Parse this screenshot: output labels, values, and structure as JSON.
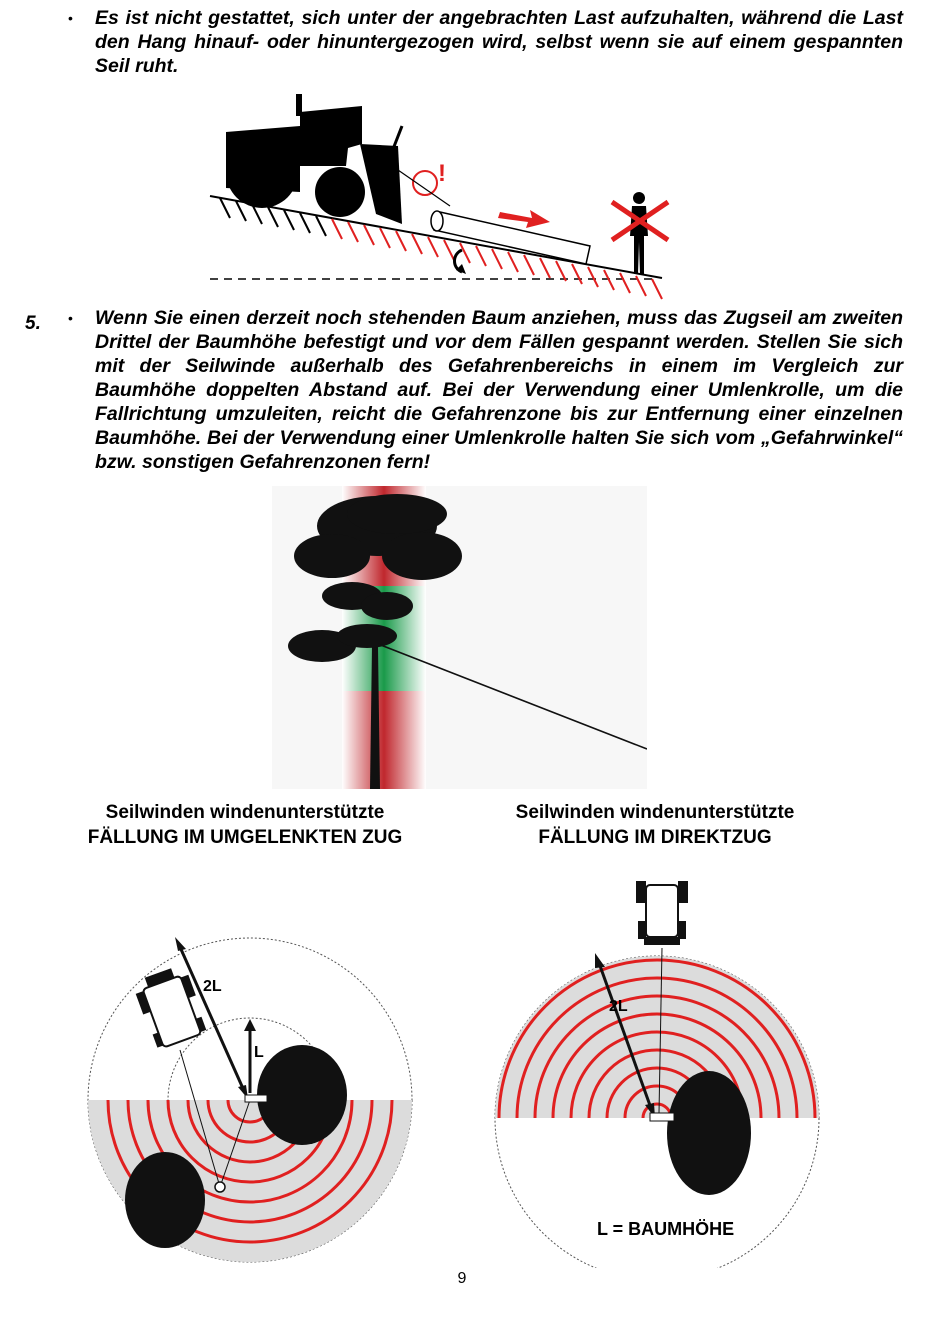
{
  "section1": {
    "bullet": "•",
    "text": "Es ist nicht gestattet, sich unter der angebrachten Last aufzuhalten, während die Last den Hang hinauf- oder hinuntergezogen wird, selbst wenn sie auf einem gespannten Seil ruht."
  },
  "section2": {
    "number": "5.",
    "bullet": "•",
    "text": "Wenn Sie einen derzeit noch stehenden Baum anziehen, muss das Zugseil am zweiten Drittel der Baumhöhe befestigt und vor dem Fällen gespannt werden. Stellen Sie sich mit der Seilwinde außerhalb des Gefahrenbereichs in einem im Vergleich zur Baumhöhe doppelten Abstand auf. Bei der Verwendung einer Umlenkrolle, um die Fallrichtung umzuleiten, reicht die Gefahrenzone bis zur Entfernung einer einzelnen Baumhöhe. Bei der Verwendung einer Umlenkrolle halten Sie sich vom „Gefahrwinkel“ bzw. sonstigen Gefahrenzonen fern!"
  },
  "figure1": {
    "warning_mark": "!"
  },
  "captions": {
    "left_line1": "Seilwinden windenunterstützte",
    "left_line2": "FÄLLUNG IM UMGELENKTEN ZUG",
    "right_line1": "Seilwinden windenunterstützte",
    "right_line2": "FÄLLUNG IM DIREKTZUG"
  },
  "diagram_left": {
    "label_2l": "2L",
    "label_l": "L"
  },
  "diagram_right": {
    "label_2l": "2L",
    "legend": "L = BAUMHÖHE"
  },
  "colors": {
    "danger_red": "#e02020",
    "safe_green": "#1a9a4a",
    "zone_gray": "#dcdcdc"
  },
  "page": {
    "number": "9"
  }
}
